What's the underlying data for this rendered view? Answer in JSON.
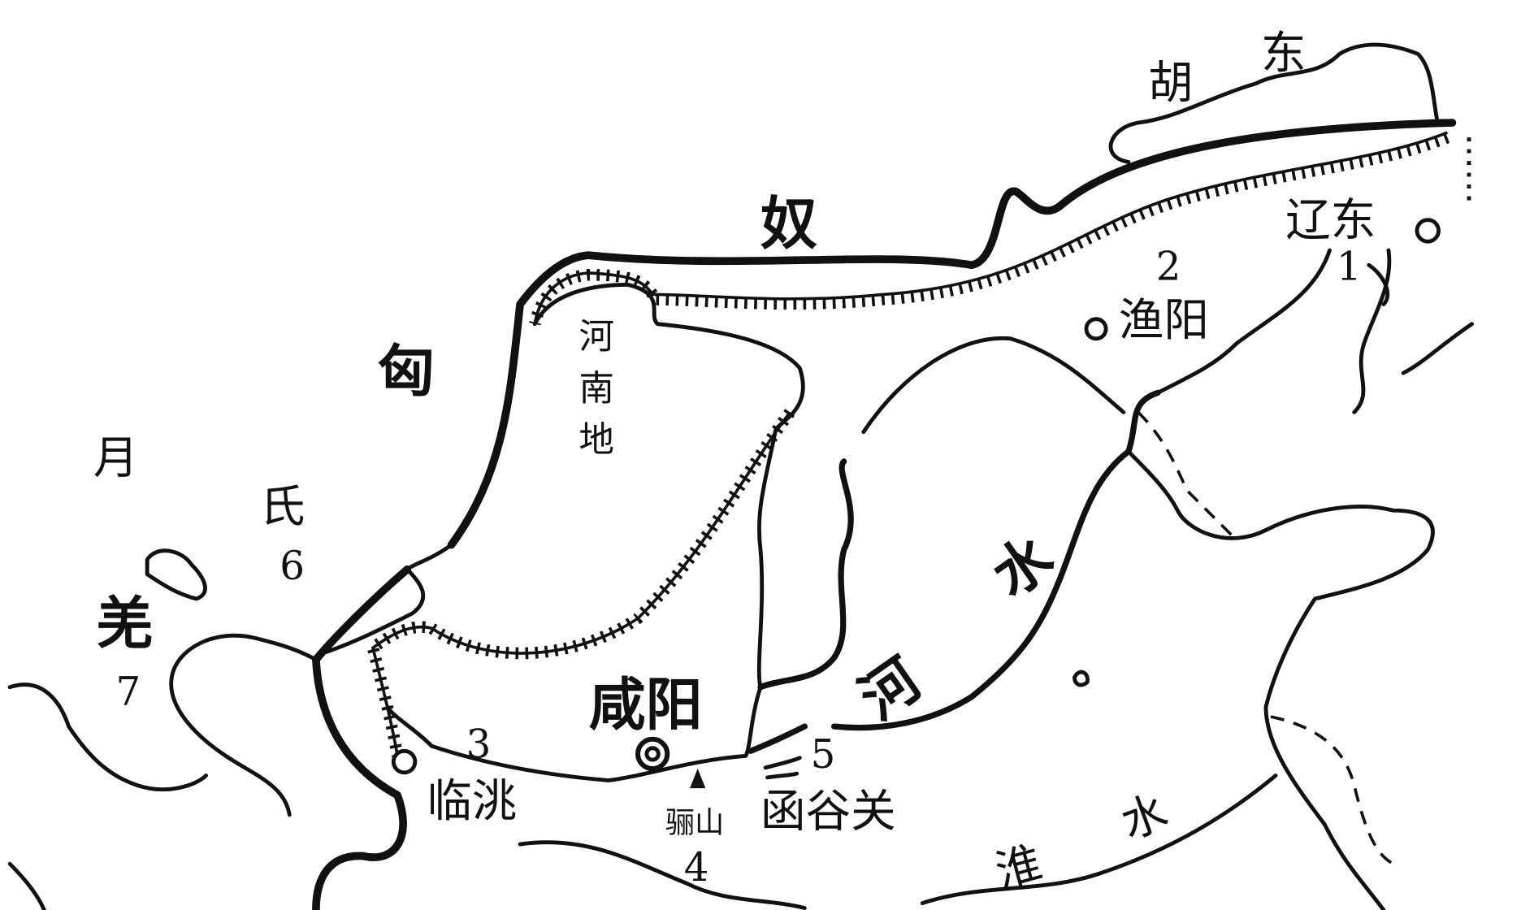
{
  "map": {
    "regions": {
      "donghu_1": "胡",
      "donghu_2": "东",
      "xiongnu_1": "匈",
      "xiongnu_2": "奴",
      "yuezhi_1": "月",
      "yuezhi_2": "氏",
      "qiang": "羌",
      "henandi_1": "河",
      "henandi_2": "南",
      "henandi_3": "地"
    },
    "places": {
      "liaodong": "辽东",
      "yuyang": "渔阳",
      "xianyang": "咸阳",
      "lintao": "临洮",
      "lishan": "骊山",
      "hanguguan": "函谷关"
    },
    "rivers": {
      "heshui_1": "河",
      "heshui_2": "水",
      "huaishui_1": "淮",
      "huaishui_2": "水"
    },
    "markers": [
      "1",
      "2",
      "3",
      "4",
      "5",
      "6",
      "7"
    ],
    "colors": {
      "ink": "#111111",
      "paper": "#ffffff"
    }
  }
}
